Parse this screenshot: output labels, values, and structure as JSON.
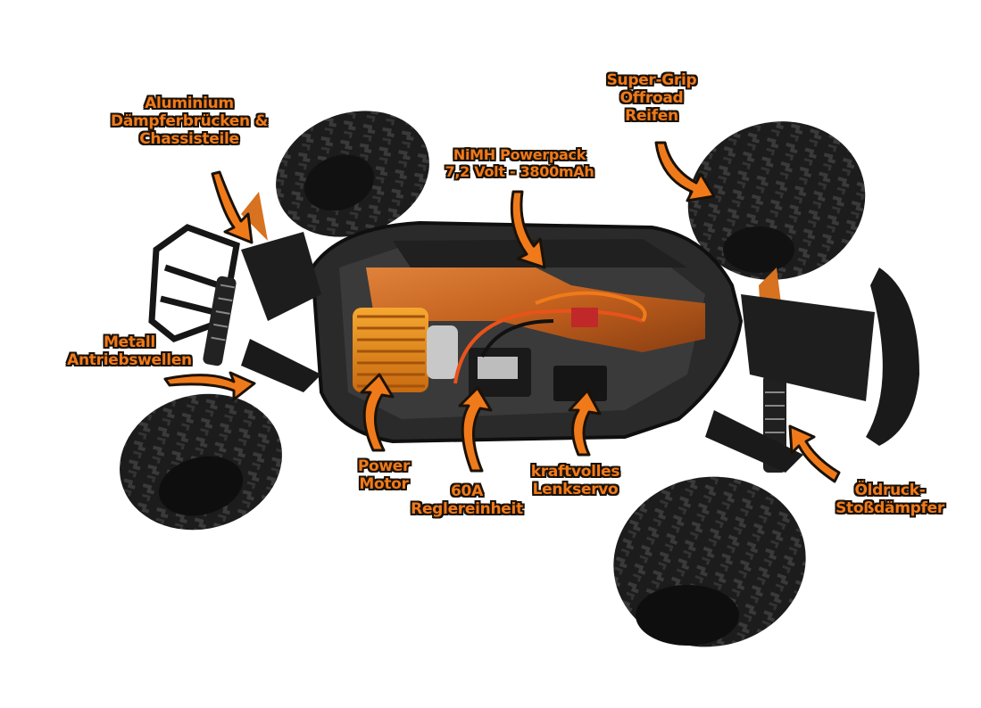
{
  "image": {
    "subject": "RC monster truck chassis with annotated components",
    "background_color": "#ffffff",
    "accent_color": "#f07a1a",
    "outline_color": "#1a1208"
  },
  "callouts": [
    {
      "id": "alu",
      "lines": [
        "Aluminium",
        "Dämpferbrücken &",
        "Chassisteile"
      ]
    },
    {
      "id": "battery",
      "lines": [
        "NiMH Powerpack",
        "7,2 Volt - 3800mAh"
      ]
    },
    {
      "id": "tires",
      "lines": [
        "Super-Grip",
        "Offroad",
        "Reifen"
      ]
    },
    {
      "id": "driveshafts",
      "lines": [
        "Metall",
        "Antriebswellen"
      ]
    },
    {
      "id": "motor",
      "lines": [
        "Power",
        "Motor"
      ]
    },
    {
      "id": "esc",
      "lines": [
        "60A",
        "Reglereinheit"
      ]
    },
    {
      "id": "servo",
      "lines": [
        "kraftvolles",
        "Lenkservo"
      ]
    },
    {
      "id": "shocks",
      "lines": [
        "Öldruck-",
        "Stoßdämpfer"
      ]
    }
  ]
}
